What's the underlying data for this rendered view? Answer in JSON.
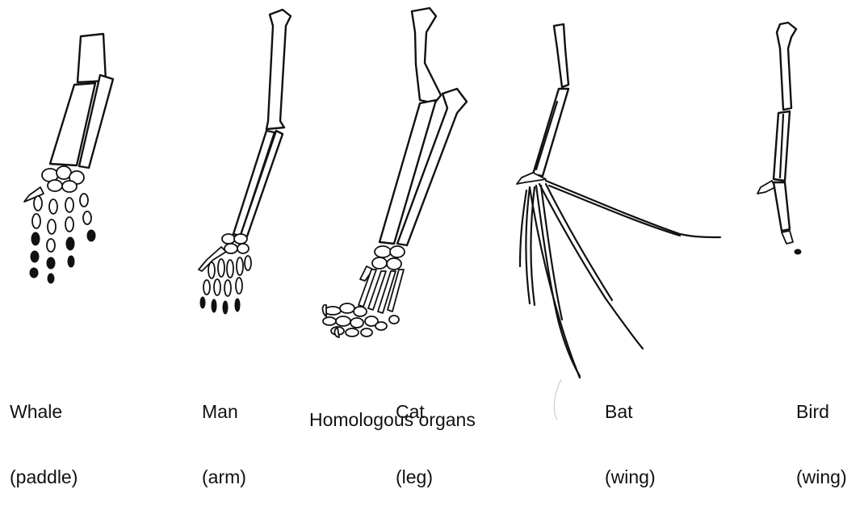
{
  "caption": "Homologous organs",
  "organs": [
    {
      "name": "Whale",
      "type": "(paddle)"
    },
    {
      "name": "Man",
      "type": "(arm)"
    },
    {
      "name": "Cat",
      "type": "(leg)"
    },
    {
      "name": "Bat",
      "type": "(wing)"
    },
    {
      "name": "Bird",
      "type": "(wing)"
    }
  ],
  "colors": {
    "ink": "#111111",
    "background": "#ffffff"
  }
}
